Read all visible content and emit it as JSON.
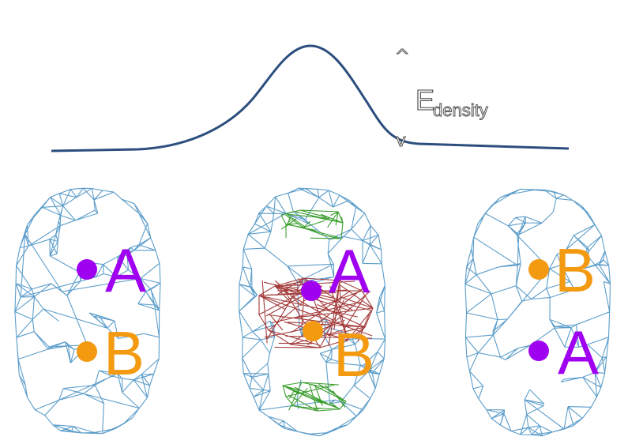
{
  "energy_axis": {
    "label": "E",
    "subscript": "density",
    "arrow_up": "^",
    "arrow_down": "v"
  },
  "states": [
    {
      "id": "left",
      "atoms": [
        {
          "label": "A",
          "color": "#a000f0"
        },
        {
          "label": "B",
          "color": "#f39a11"
        }
      ],
      "has_density_features": false
    },
    {
      "id": "middle",
      "atoms": [
        {
          "label": "A",
          "color": "#a000f0"
        },
        {
          "label": "B",
          "color": "#f39a11"
        }
      ],
      "has_density_features": true
    },
    {
      "id": "right",
      "atoms": [
        {
          "label": "B",
          "color": "#f39a11"
        },
        {
          "label": "A",
          "color": "#a000f0"
        }
      ],
      "has_density_features": false
    }
  ],
  "colors": {
    "curve": "#2c4e7e",
    "mesh": "#4a92c4",
    "bond_density": "#a33a3a",
    "lobe_density": "#3a9d2c",
    "atom_a": "#a000f0",
    "atom_b": "#f39a11"
  }
}
